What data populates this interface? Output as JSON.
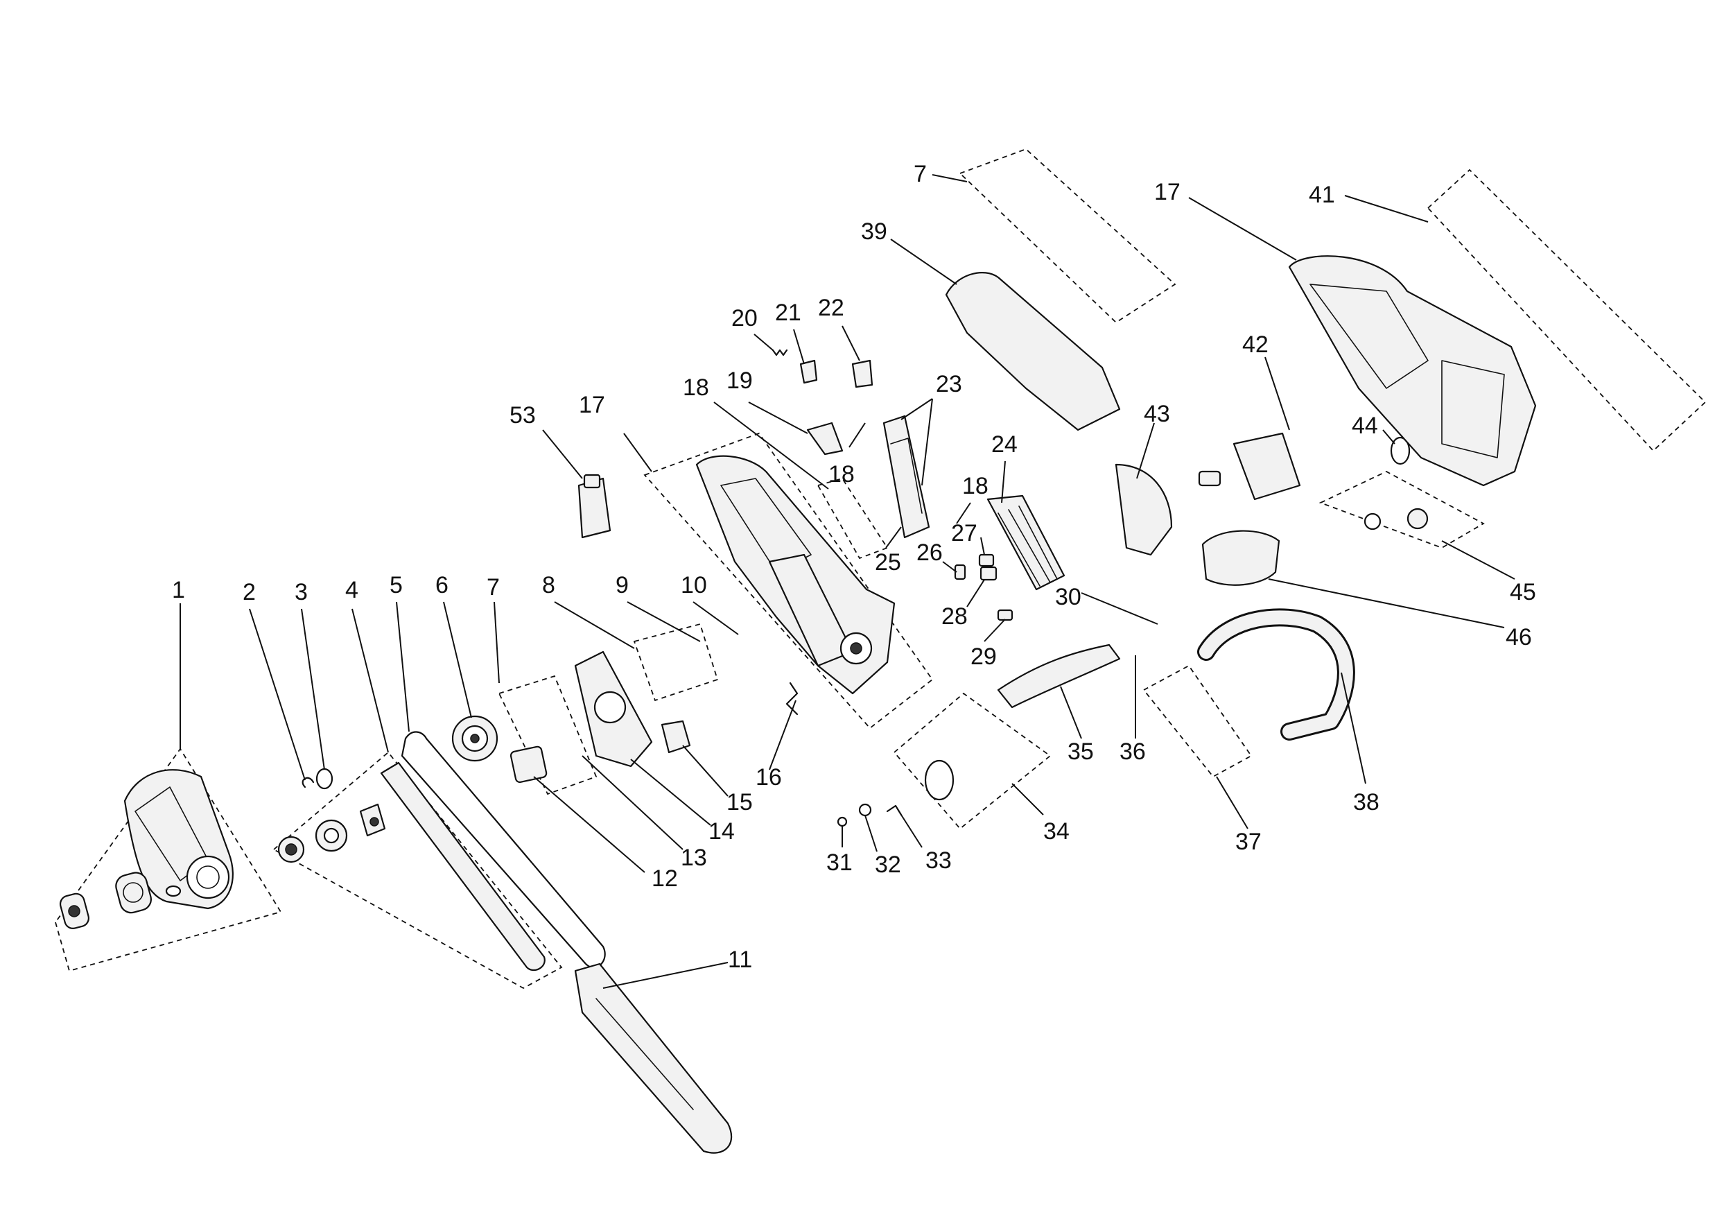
{
  "callouts": [
    {
      "id": "c1",
      "text": "1"
    },
    {
      "id": "c2",
      "text": "2"
    },
    {
      "id": "c3",
      "text": "3"
    },
    {
      "id": "c4",
      "text": "4"
    },
    {
      "id": "c5",
      "text": "5"
    },
    {
      "id": "c6",
      "text": "6"
    },
    {
      "id": "c7a",
      "text": "7"
    },
    {
      "id": "c7b",
      "text": "7"
    },
    {
      "id": "c8",
      "text": "8"
    },
    {
      "id": "c9",
      "text": "9"
    },
    {
      "id": "c10",
      "text": "10"
    },
    {
      "id": "c11",
      "text": "11"
    },
    {
      "id": "c12",
      "text": "12"
    },
    {
      "id": "c13",
      "text": "13"
    },
    {
      "id": "c14",
      "text": "14"
    },
    {
      "id": "c15",
      "text": "15"
    },
    {
      "id": "c16",
      "text": "16"
    },
    {
      "id": "c17a",
      "text": "17"
    },
    {
      "id": "c17b",
      "text": "17"
    },
    {
      "id": "c18a",
      "text": "18"
    },
    {
      "id": "c18b",
      "text": "18"
    },
    {
      "id": "c18c",
      "text": "18"
    },
    {
      "id": "c19",
      "text": "19"
    },
    {
      "id": "c20",
      "text": "20"
    },
    {
      "id": "c21",
      "text": "21"
    },
    {
      "id": "c22",
      "text": "22"
    },
    {
      "id": "c23",
      "text": "23"
    },
    {
      "id": "c24",
      "text": "24"
    },
    {
      "id": "c25",
      "text": "25"
    },
    {
      "id": "c26",
      "text": "26"
    },
    {
      "id": "c27",
      "text": "27"
    },
    {
      "id": "c28",
      "text": "28"
    },
    {
      "id": "c29",
      "text": "29"
    },
    {
      "id": "c30",
      "text": "30"
    },
    {
      "id": "c31",
      "text": "31"
    },
    {
      "id": "c32",
      "text": "32"
    },
    {
      "id": "c33",
      "text": "33"
    },
    {
      "id": "c34",
      "text": "34"
    },
    {
      "id": "c35",
      "text": "35"
    },
    {
      "id": "c36",
      "text": "36"
    },
    {
      "id": "c37",
      "text": "37"
    },
    {
      "id": "c38",
      "text": "38"
    },
    {
      "id": "c39",
      "text": "39"
    },
    {
      "id": "c41",
      "text": "41"
    },
    {
      "id": "c42",
      "text": "42"
    },
    {
      "id": "c43",
      "text": "43"
    },
    {
      "id": "c44",
      "text": "44"
    },
    {
      "id": "c45",
      "text": "45"
    },
    {
      "id": "c46",
      "text": "46"
    },
    {
      "id": "c53",
      "text": "53"
    }
  ]
}
